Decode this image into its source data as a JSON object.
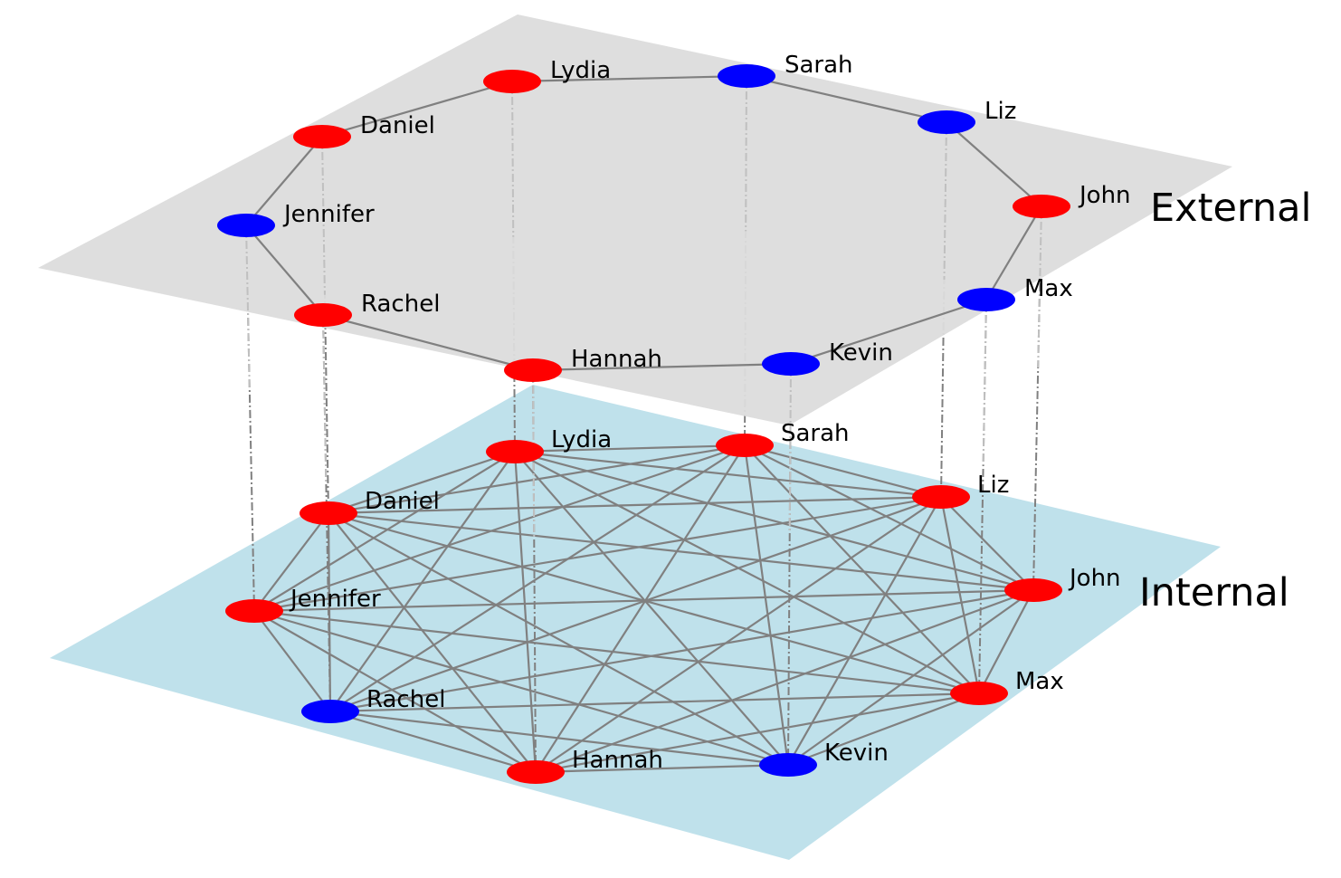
{
  "layers": [
    {
      "id": "external",
      "title": "External",
      "plane_color": "#dcdcdc"
    },
    {
      "id": "internal",
      "title": "Internal",
      "plane_color": "#add8e6"
    }
  ],
  "colors": {
    "red": "#ff0000",
    "blue": "#0000ff",
    "edge": "#808080",
    "interlayer_visible": "#808080",
    "interlayer_behind": "#c0c0c0"
  },
  "people": [
    "Lydia",
    "Sarah",
    "Liz",
    "John",
    "Max",
    "Kevin",
    "Hannah",
    "Rachel",
    "Jennifer",
    "Daniel"
  ],
  "external_nodes": [
    {
      "name": "Lydia",
      "color": "red"
    },
    {
      "name": "Sarah",
      "color": "blue"
    },
    {
      "name": "Liz",
      "color": "blue"
    },
    {
      "name": "John",
      "color": "red"
    },
    {
      "name": "Max",
      "color": "blue"
    },
    {
      "name": "Kevin",
      "color": "blue"
    },
    {
      "name": "Hannah",
      "color": "red"
    },
    {
      "name": "Rachel",
      "color": "red"
    },
    {
      "name": "Jennifer",
      "color": "blue"
    },
    {
      "name": "Daniel",
      "color": "red"
    }
  ],
  "internal_nodes": [
    {
      "name": "Lydia",
      "color": "red"
    },
    {
      "name": "Sarah",
      "color": "red"
    },
    {
      "name": "Liz",
      "color": "red"
    },
    {
      "name": "John",
      "color": "red"
    },
    {
      "name": "Max",
      "color": "red"
    },
    {
      "name": "Kevin",
      "color": "blue"
    },
    {
      "name": "Hannah",
      "color": "red"
    },
    {
      "name": "Rachel",
      "color": "blue"
    },
    {
      "name": "Jennifer",
      "color": "red"
    },
    {
      "name": "Daniel",
      "color": "red"
    }
  ],
  "external_edges": [
    [
      "Lydia",
      "Sarah"
    ],
    [
      "Sarah",
      "Liz"
    ],
    [
      "Liz",
      "John"
    ],
    [
      "John",
      "Max"
    ],
    [
      "Max",
      "Kevin"
    ],
    [
      "Kevin",
      "Hannah"
    ],
    [
      "Hannah",
      "Rachel"
    ],
    [
      "Rachel",
      "Jennifer"
    ],
    [
      "Jennifer",
      "Daniel"
    ],
    [
      "Daniel",
      "Lydia"
    ]
  ],
  "internal_edges": "complete"
}
